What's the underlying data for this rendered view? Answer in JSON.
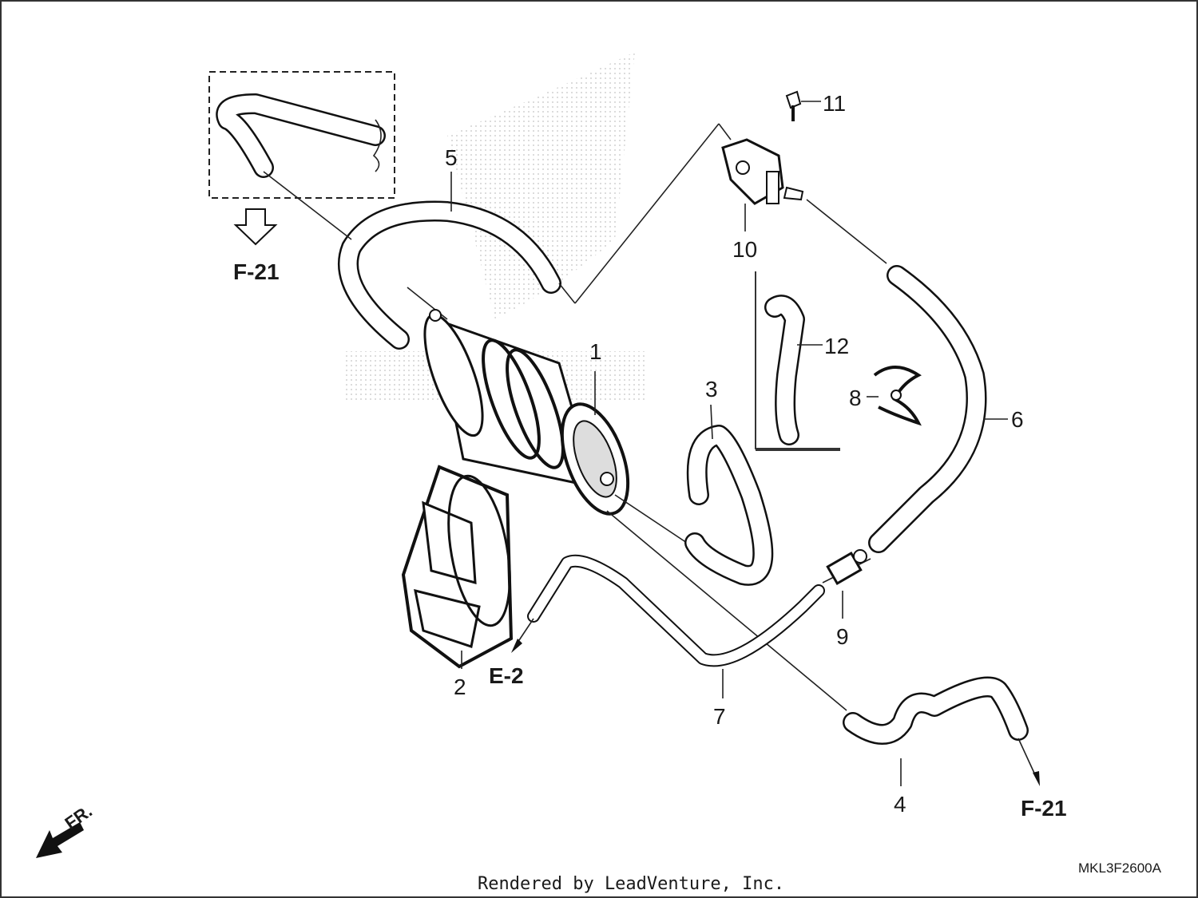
{
  "diagram": {
    "callouts": {
      "p1": "1",
      "p2": "2",
      "p3": "3",
      "p4": "4",
      "p5": "5",
      "p6": "6",
      "p7": "7",
      "p8": "8",
      "p9": "9",
      "p10": "10",
      "p11": "11",
      "p12": "12"
    },
    "refs": {
      "f21_top": "F-21",
      "e2": "E-2",
      "f21_bottom": "F-21",
      "front": "FR."
    },
    "diagram_code": "MKL3F2600A",
    "credit": "Rendered by LeadVenture, Inc."
  }
}
